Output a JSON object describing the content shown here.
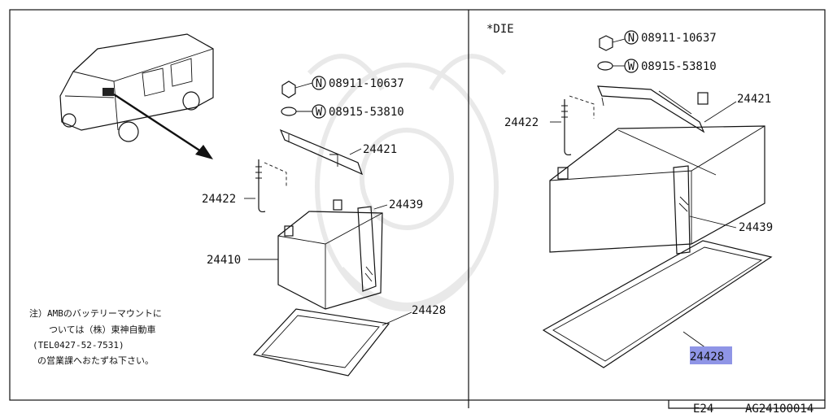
{
  "labels": {
    "left": {
      "n_bolt": "08911-10637",
      "w_washer": "08915-53810",
      "hold_down": "24421",
      "rod": "24422",
      "clamp": "24439",
      "battery": "24410",
      "tray": "24428"
    },
    "right": {
      "variant": "*DIE",
      "n_bolt": "08911-10637",
      "w_washer": "08915-53810",
      "hold_down": "24421",
      "rod": "24422",
      "clamp": "24439",
      "tray_highlight": "2442",
      "tray_rest": "8"
    },
    "markers": {
      "n": "N",
      "w": "W"
    }
  },
  "note": {
    "line1": "注）AMBのバッテリーマウントに",
    "line2": "ついては（株）東神自動車",
    "line3": "(TEL0427-52-7531)",
    "line4": "の営業課へおたずね下さい。"
  },
  "footer": {
    "section": "E24",
    "code": "AG24100014"
  },
  "colors": {
    "highlight": "#8f95e6",
    "ink": "#111111"
  }
}
